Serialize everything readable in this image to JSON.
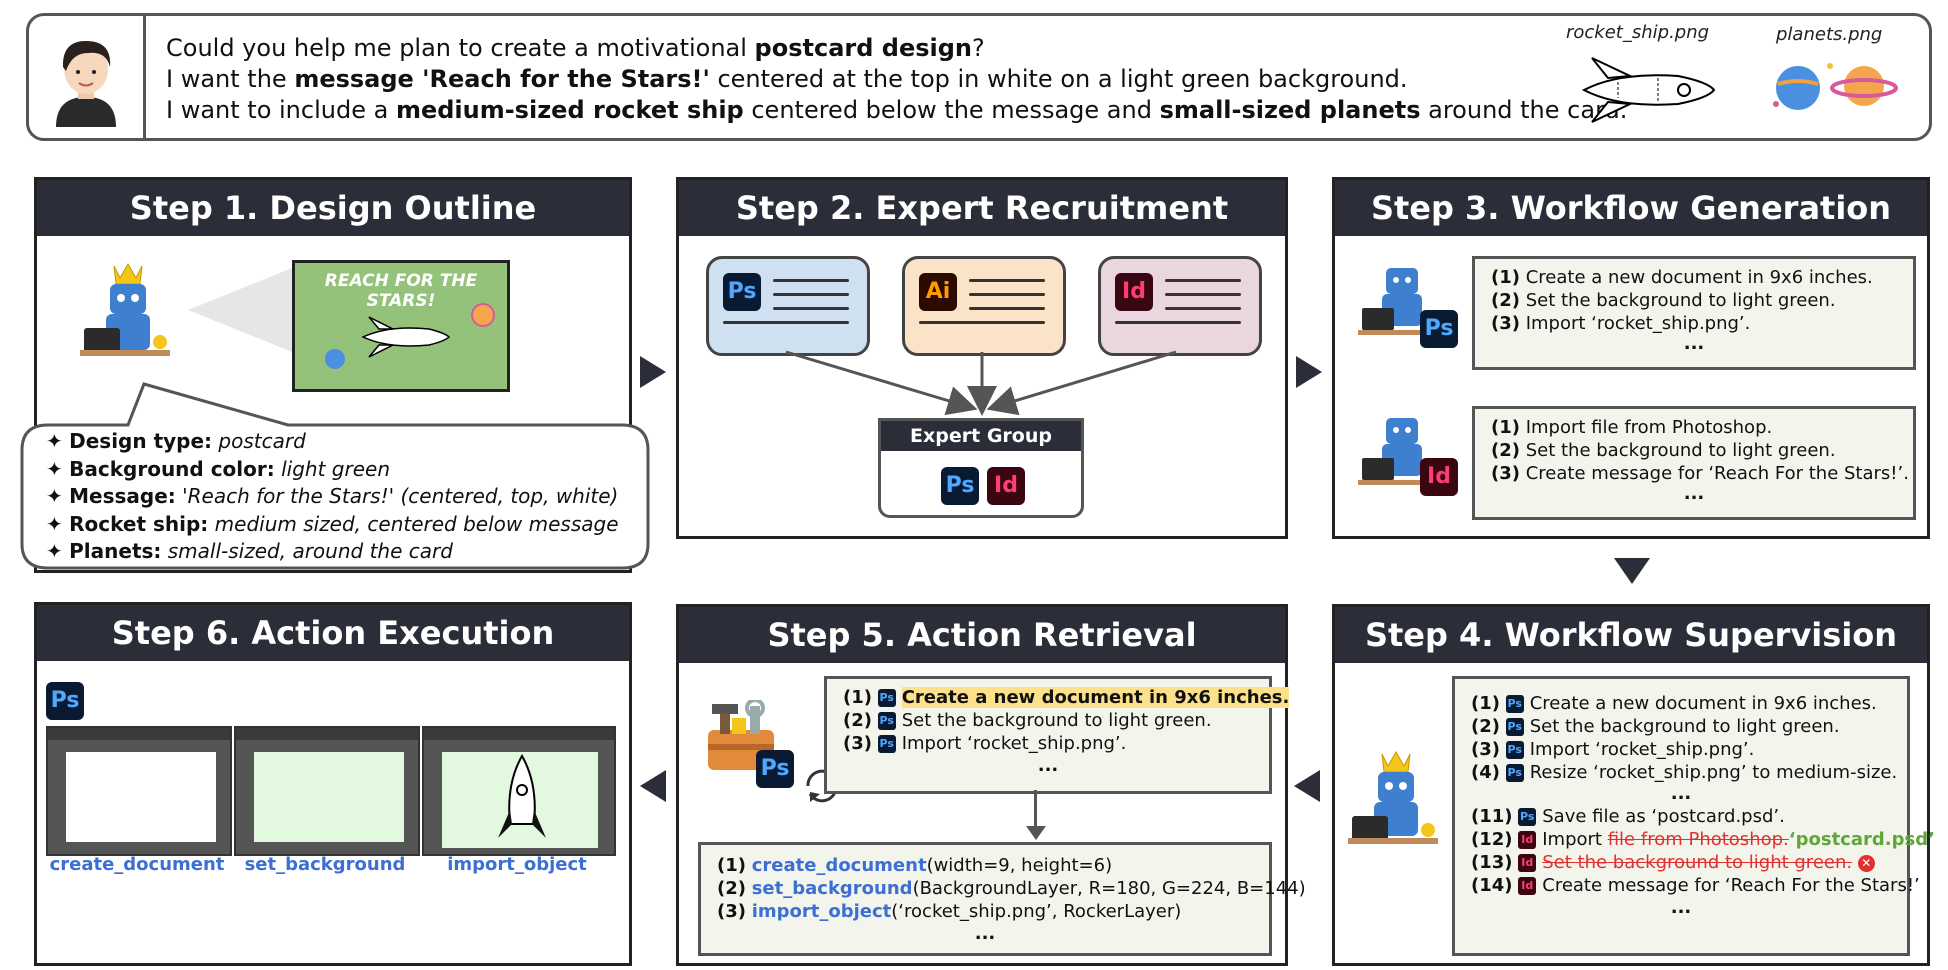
{
  "request": {
    "line1_a": "Could you help me plan to create a motivational ",
    "line1_b": "postcard design",
    "line1_c": "?",
    "line2_a": "I want the ",
    "line2_b": "message 'Reach for the Stars!'",
    "line2_c": " centered at the top in white on a light green background.",
    "line3_a": "I want to include a ",
    "line3_b": "medium-sized rocket ship",
    "line3_c": " centered below the message and ",
    "line3_d": "small-sized planets",
    "line3_e": " around the card.",
    "image1_caption": "rocket_ship.png",
    "image2_caption": "planets.png"
  },
  "step1": {
    "title": "Step 1. Design Outline",
    "card_text": "REACH FOR THE STARS!",
    "items": [
      {
        "label": "Design type:",
        "value": "postcard"
      },
      {
        "label": "Background color:",
        "value": "light green"
      },
      {
        "label": "Message:",
        "value": "'Reach for the Stars!' (centered, top, white)"
      },
      {
        "label": "Rocket ship:",
        "value": "medium sized, centered below message"
      },
      {
        "label": "Planets:",
        "value": "small-sized, around the card"
      }
    ],
    "bullet": "✦"
  },
  "step2": {
    "title": "Step 2. Expert Recruitment",
    "experts": [
      "Ps",
      "Ai",
      "Id"
    ],
    "group_label": "Expert Group",
    "group_members": [
      "Ps",
      "Id"
    ]
  },
  "step3": {
    "title": "Step 3. Workflow Generation",
    "ps_items": [
      {
        "num": "(1)",
        "text": "Create a new document in 9x6 inches."
      },
      {
        "num": "(2)",
        "text": "Set the background to light green."
      },
      {
        "num": "(3)",
        "text": "Import ‘rocket_ship.png’."
      }
    ],
    "id_items": [
      {
        "num": "(1)",
        "text": "Import file from Photoshop."
      },
      {
        "num": "(2)",
        "text": "Set the background to light green."
      },
      {
        "num": "(3)",
        "text": "Create message for ‘Reach For the Stars!’."
      }
    ],
    "ellipsis": "...",
    "badge_ps": "Ps",
    "badge_id": "Id"
  },
  "step4": {
    "title": "Step 4. Workflow Supervision",
    "items": [
      {
        "num": "(1)",
        "app": "Ps",
        "text": "Create a new document in 9x6 inches."
      },
      {
        "num": "(2)",
        "app": "Ps",
        "text": "Set the background to light green."
      },
      {
        "num": "(3)",
        "app": "Ps",
        "text": "Import ‘rocket_ship.png’."
      },
      {
        "num": "(4)",
        "app": "Ps",
        "text": "Resize ‘rocket_ship.png’ to medium-size."
      },
      {
        "num": "(11)",
        "app": "Ps",
        "text": "Save file as ‘postcard.psd’."
      },
      {
        "num": "(12)",
        "app": "Id",
        "text": "Import ",
        "struck": "file from Photoshop.",
        "fixed": "‘postcard.psd’"
      },
      {
        "num": "(13)",
        "app": "Id",
        "struck": "Set the background to light green."
      },
      {
        "num": "(14)",
        "app": "Id",
        "text": "Create message for ‘Reach For the Stars!’"
      }
    ],
    "ellipsis": "...",
    "colors": {
      "strike": "#e03030",
      "fix": "#5fa63a"
    }
  },
  "step5": {
    "title": "Step 5. Action Retrieval",
    "workflow": [
      {
        "num": "(1)",
        "app": "Ps",
        "text": "Create a new document in 9x6 inches.",
        "highlight": true
      },
      {
        "num": "(2)",
        "app": "Ps",
        "text": "Set the background to light green."
      },
      {
        "num": "(3)",
        "app": "Ps",
        "text": "Import ‘rocket_ship.png’."
      }
    ],
    "actions": [
      {
        "num": "(1)",
        "fn": "create_document",
        "args": "(width=9, height=6)"
      },
      {
        "num": "(2)",
        "fn": "set_background",
        "args": "(BackgroundLayer, R=180, G=224, B=144)"
      },
      {
        "num": "(3)",
        "fn": "import_object",
        "args": "(‘rocket_ship.png’, RockerLayer)"
      }
    ],
    "ellipsis": "...",
    "badge": "Ps"
  },
  "step6": {
    "title": "Step 6. Action Execution",
    "badge": "Ps",
    "shots": [
      "create_document",
      "set_background",
      "import_object"
    ]
  },
  "colors": {
    "header_bg": "#2b2d38",
    "ps_card": "#cfe0f0",
    "ai_card": "#fbe3c8",
    "id_card": "#ead6de",
    "card_green": "#95c27a",
    "highlight": "#fde08a"
  }
}
